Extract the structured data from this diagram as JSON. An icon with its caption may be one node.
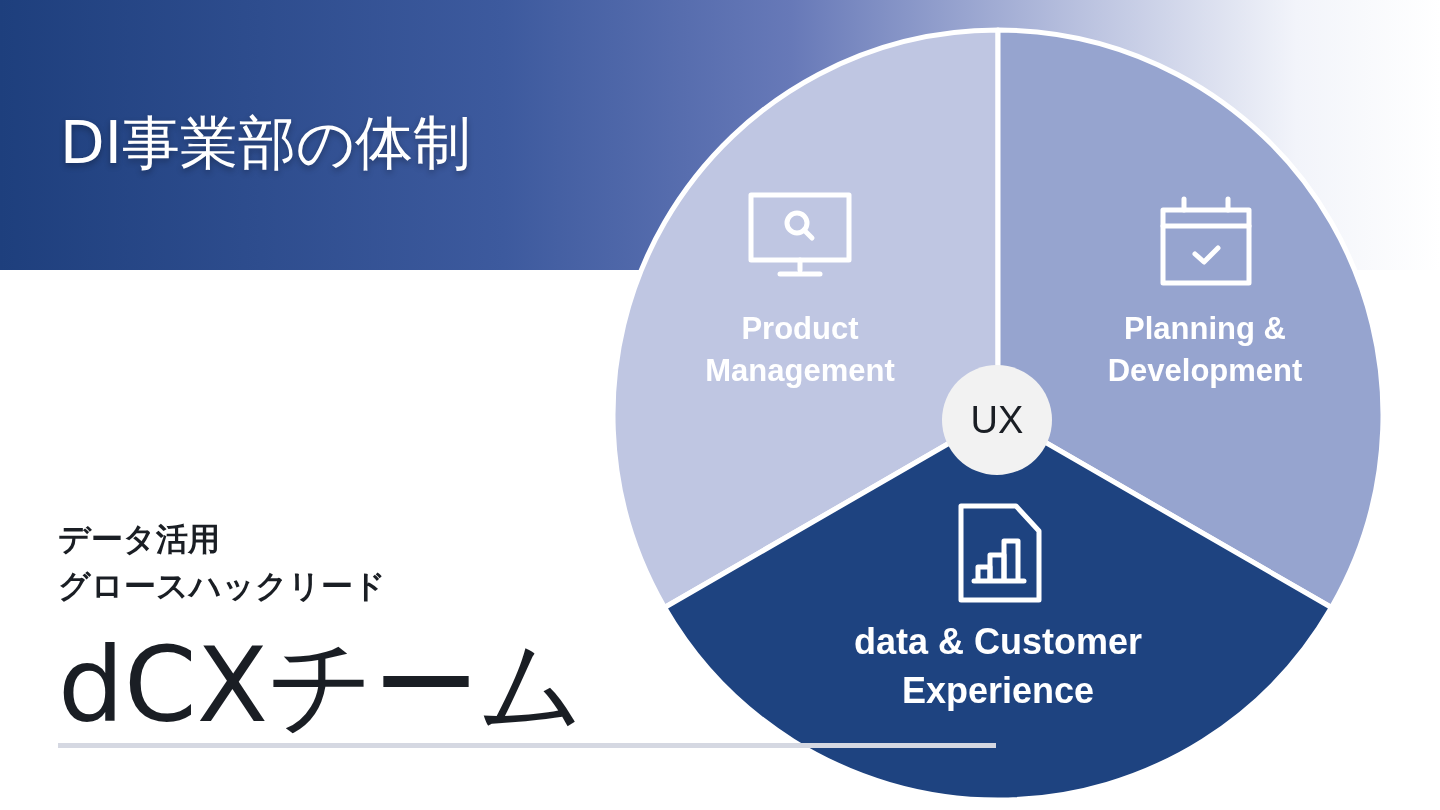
{
  "diagram": {
    "title": "DI事業部の体制",
    "nodes": [
      {
        "text": [
          "Product Management"
        ]
      },
      {
        "text": [
          "Planning & Development"
        ]
      },
      {
        "text": [
          "data & Customer Experience"
        ]
      },
      {
        "text": [
          "UX"
        ]
      }
    ],
    "labels": [
      "データ活用",
      "グロースハックリード",
      "dCXチーム"
    ]
  }
}
